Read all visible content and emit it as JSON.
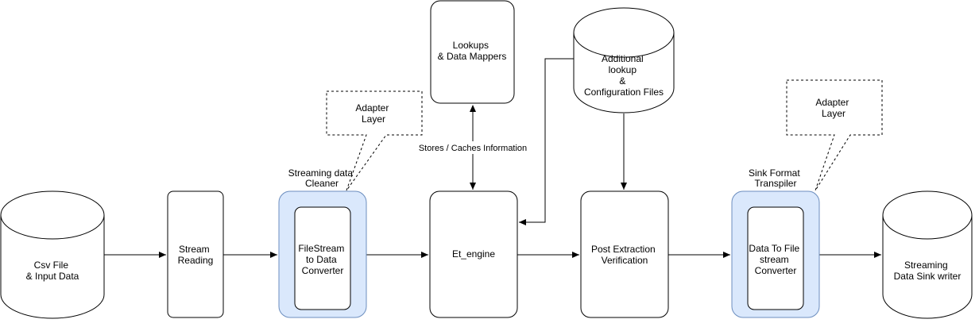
{
  "diagram": {
    "nodes": {
      "csv": [
        "Csv File",
        "& Input Data"
      ],
      "stream_reading": [
        "Stream",
        "Reading"
      ],
      "filestream": [
        "FileStream",
        "to Data",
        "Converter"
      ],
      "filestream_caption": [
        "Streaming data",
        "Cleaner"
      ],
      "lookups": [
        "Lookups",
        "& Data Mappers"
      ],
      "et_engine": [
        "Et_engine"
      ],
      "additional": [
        "Additional",
        "lookup",
        "&",
        "Configuration Files"
      ],
      "post_extraction": [
        "Post Extraction",
        "Verification"
      ],
      "data_to_file": [
        "Data To File",
        "stream",
        "Converter"
      ],
      "sink_caption": [
        "Sink Format",
        "Transpiler"
      ],
      "sink_writer": [
        "Streaming",
        "Data Sink writer"
      ]
    },
    "callouts": {
      "adapter_left": [
        "Adapter",
        "Layer"
      ],
      "adapter_right": [
        "Adapter",
        "Layer"
      ]
    },
    "edge_labels": {
      "stores_caches": "Stores / Caches Information"
    },
    "colors": {
      "stroke": "#000000",
      "fill": "#ffffff",
      "highlight_fill": "#dae8fc",
      "highlight_stroke": "#6c8ebf"
    }
  }
}
